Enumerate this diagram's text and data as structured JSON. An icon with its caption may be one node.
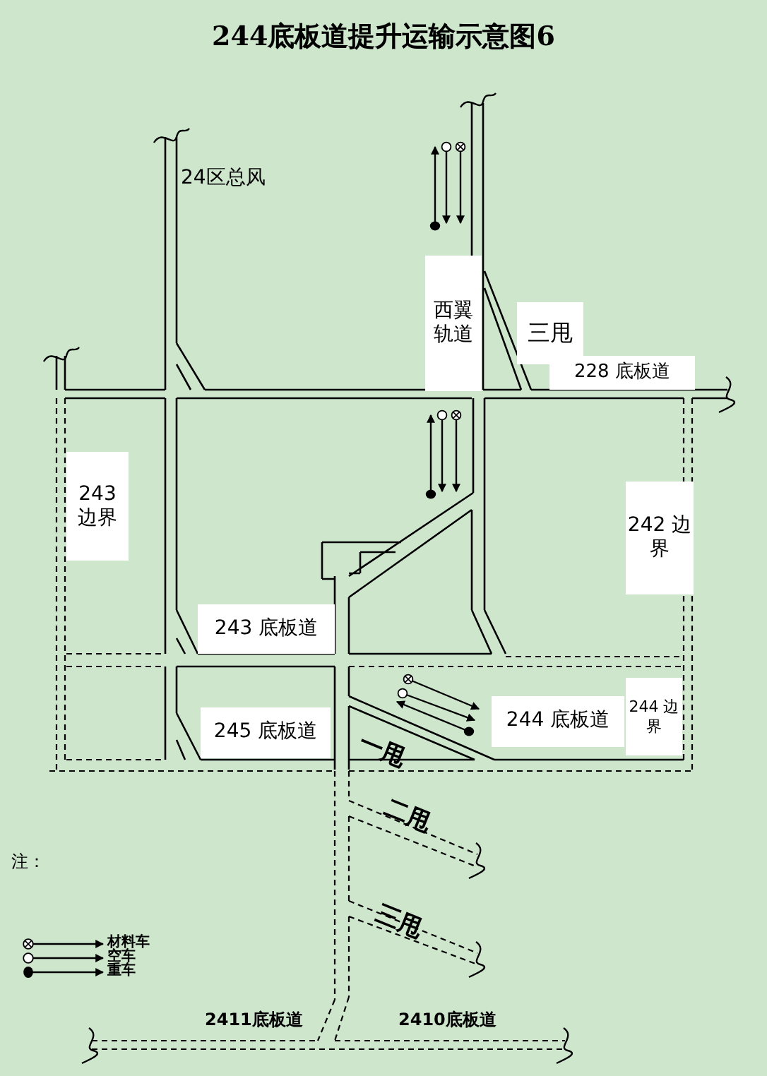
{
  "diagram": {
    "title": "244底板道提升运输示意图6",
    "labels": [
      "24区总风",
      "西翼轨道",
      "三甩",
      "228 底板道",
      "243 边界",
      "242 边界",
      "243 底板道",
      "245 底板道",
      "244 底板道",
      "244 边界",
      "一甩",
      "二甩",
      "三甩",
      "注：",
      "2411底板道",
      "2410底板道"
    ],
    "legend": [
      {
        "text": "材料车"
      },
      {
        "text": "空车"
      },
      {
        "text": "重车"
      }
    ]
  }
}
